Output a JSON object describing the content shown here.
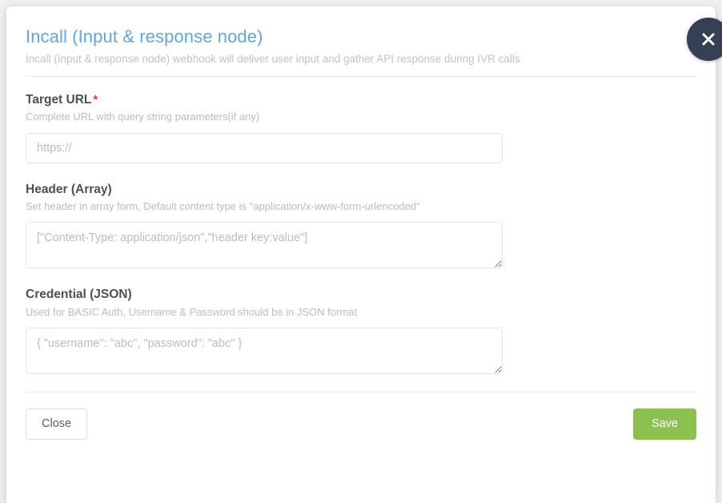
{
  "modal": {
    "title": "Incall (Input & response node)",
    "subtitle": "Incall (Input & response node) webhook will deliver user input and gather API response during IVR calls",
    "close_icon": "close-icon",
    "accent_color": "#60a7dc",
    "required_color": "#e8334a",
    "save_color": "#8cc152",
    "close_circle_color": "#364054"
  },
  "fields": [
    {
      "label": "Target URL",
      "required": true,
      "required_marker": "*",
      "hint": "Complete URL with query string parameters(if any)",
      "type": "input",
      "value": "",
      "placeholder": "https://"
    },
    {
      "label": "Header (Array)",
      "required": false,
      "hint": "Set header in array form, Default content type is \"application/x-www-form-urlencoded\"",
      "type": "textarea",
      "value": "",
      "placeholder": "[\"Content-Type: application/json\",\"header key:value\"]"
    },
    {
      "label": "Credential (JSON)",
      "required": false,
      "hint": "Used for BASIC Auth, Username & Password should be in JSON format",
      "type": "textarea",
      "value": "",
      "placeholder": "{ \"username\": \"abc\", \"password\": \"abc\" }"
    }
  ],
  "footer": {
    "close_label": "Close",
    "save_label": "Save"
  }
}
